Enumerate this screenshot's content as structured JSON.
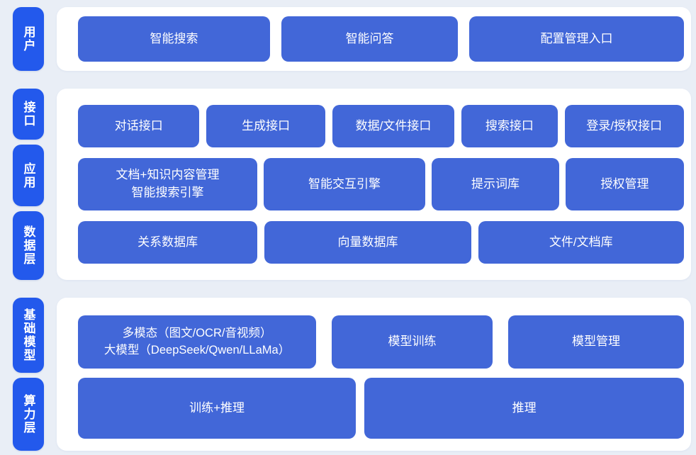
{
  "colors": {
    "background": "#e9eef6",
    "layer_pill_blue": "#2359ec",
    "node_blue": "#4267d8",
    "panel_white": "#ffffff",
    "text_white": "#ffffff"
  },
  "layers": {
    "user": {
      "label": "用户",
      "buttons": [
        "智能搜索",
        "智能问答",
        "配置管理入口"
      ]
    },
    "middle": {
      "labels": [
        "接口",
        "应用",
        "数据层"
      ],
      "rows": [
        [
          "对话接口",
          "生成接口",
          "数据/文件接口",
          "搜索接口",
          "登录/授权接口"
        ],
        [
          "文档+知识内容管理\n智能搜索引擎",
          "智能交互引擎",
          "提示词库",
          "授权管理"
        ],
        [
          "关系数据库",
          "向量数据库",
          "文件/文档库"
        ]
      ]
    },
    "bottom": {
      "labels": [
        "基础模型",
        "算力层"
      ],
      "rows": [
        [
          "多模态（图文/OCR/音视频）\n大模型（DeepSeek/Qwen/LLaMa）",
          "模型训练",
          "模型管理"
        ],
        [
          "训练+推理",
          "推理"
        ]
      ]
    }
  }
}
